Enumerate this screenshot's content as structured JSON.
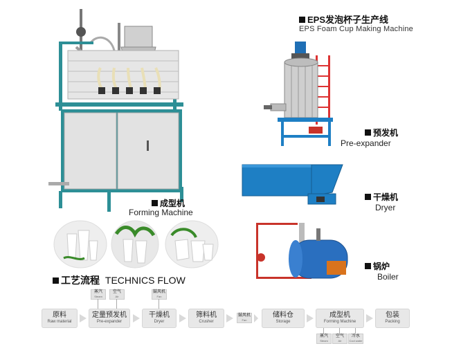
{
  "header": {
    "title_cn": "EPS发泡杯子生产线",
    "title_en": "EPS Foam Cup Making Machine"
  },
  "machines": {
    "forming": {
      "cn": "成型机",
      "en": "Forming Machine"
    },
    "preexpander": {
      "cn": "预发机",
      "en": "Pre-expander"
    },
    "dryer": {
      "cn": "干燥机",
      "en": "Dryer"
    },
    "boiler": {
      "cn": "锅炉",
      "en": "Boiler"
    }
  },
  "technics": {
    "cn": "工艺流程",
    "en": "TECHNICS FLOW"
  },
  "flow": {
    "steps": [
      {
        "cn": "原料",
        "en": "Raw material"
      },
      {
        "cn": "定量预发机",
        "en": "Pre-expander"
      },
      {
        "cn": "干燥机",
        "en": "Dryer"
      },
      {
        "cn": "筛料机",
        "en": "Crusher"
      },
      {
        "cn": "储料仓",
        "en": "Storage"
      },
      {
        "cn": "成型机",
        "en": "Forming Machine"
      },
      {
        "cn": "包装",
        "en": "Packing"
      }
    ],
    "top_tags": [
      {
        "cn": "蒸汽",
        "en": "Steam"
      },
      {
        "cn": "空气",
        "en": "Air"
      },
      {
        "cn": "鼓风机",
        "en": "Fan"
      }
    ],
    "mid_tag": {
      "cn": "鼓风机",
      "en": "Fan"
    },
    "bottom_tags": [
      {
        "cn": "蒸汽",
        "en": "Steam"
      },
      {
        "cn": "空气",
        "en": "Air"
      },
      {
        "cn": "冷水",
        "en": "Cool water"
      }
    ]
  },
  "colors": {
    "machine_blue": "#1e7fc4",
    "frame_teal": "#2d8f96",
    "boiler_red": "#c8332a",
    "flow_box": "#e8e8e8"
  }
}
